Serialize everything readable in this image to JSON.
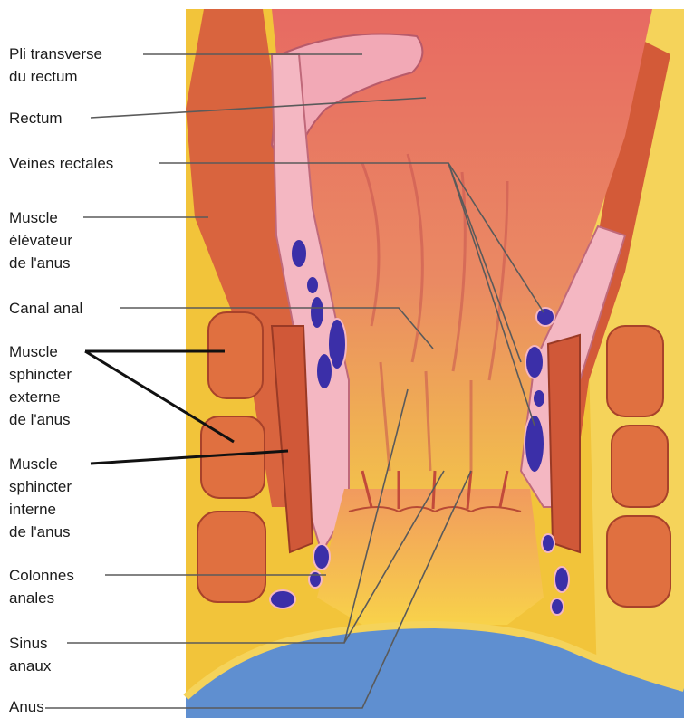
{
  "labels": [
    {
      "lines": [
        "Pli transverse",
        "du rectum"
      ]
    },
    {
      "lines": [
        "Rectum"
      ]
    },
    {
      "lines": [
        "Veines rectales"
      ]
    },
    {
      "lines": [
        "Muscle",
        "élévateur",
        "de l'anus"
      ]
    },
    {
      "lines": [
        "Canal anal"
      ]
    },
    {
      "lines": [
        "Muscle",
        "sphincter",
        "externe",
        "de l'anus"
      ]
    },
    {
      "lines": [
        "Muscle",
        "sphincter",
        "interne",
        "de l'anus"
      ]
    },
    {
      "lines": [
        "Colonnes",
        "anales"
      ]
    },
    {
      "lines": [
        "Sinus",
        "anaux"
      ]
    },
    {
      "lines": [
        "Anus"
      ]
    }
  ],
  "colors": {
    "fat": "#f2c43a",
    "muscle": "#d8613c",
    "mucosa": "#e9796b",
    "vein": "#3b2fa8",
    "sky": "#5f8fd0",
    "leader": "#5a5a5a"
  }
}
